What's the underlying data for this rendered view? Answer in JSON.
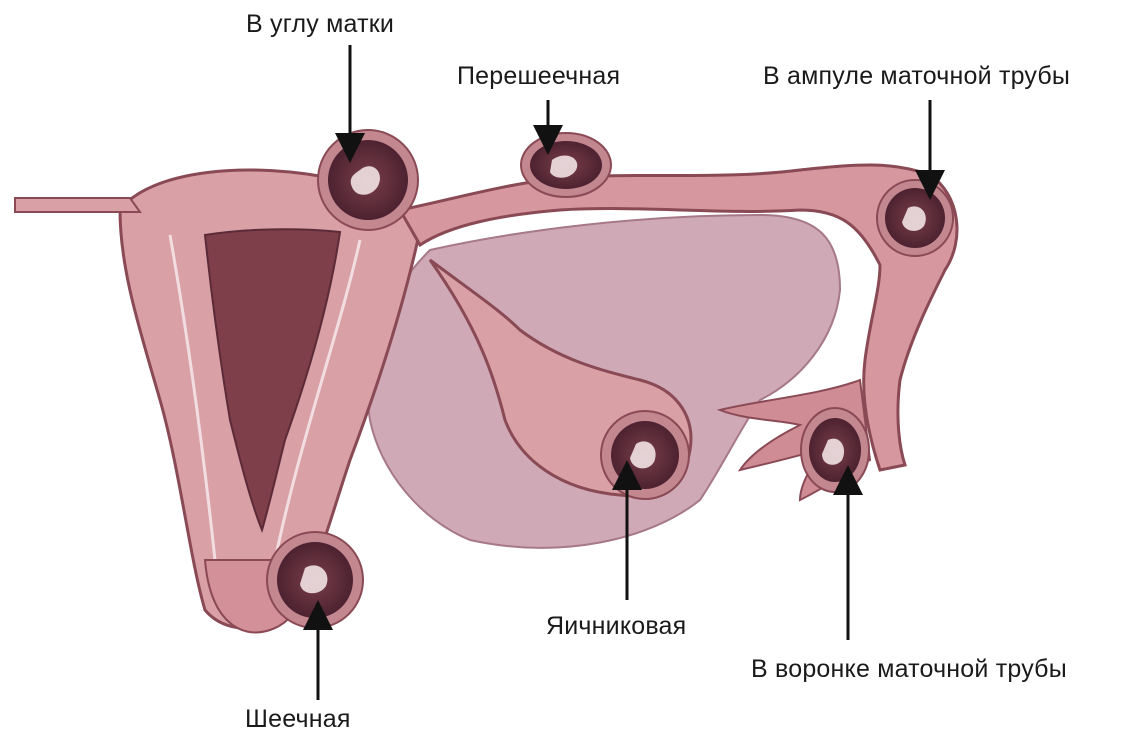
{
  "labels": {
    "uterine_angle": "В углу матки",
    "isthmic": "Перешеечная",
    "ampulla": "В ампуле маточной трубы",
    "ovarian": "Яичниковая",
    "infundibulum": "В воронке маточной трубы",
    "cervical": "Шеечная"
  },
  "colors": {
    "tissue": "#d79aa0",
    "tissue_dark": "#c98a92",
    "outline": "#8a4a55",
    "cavity": "#7e3f4a",
    "mesentery": "#c6a3b0",
    "embryo_sac": "#5c2b37",
    "embryo_ring": "#c38790",
    "arrow": "#111111"
  }
}
